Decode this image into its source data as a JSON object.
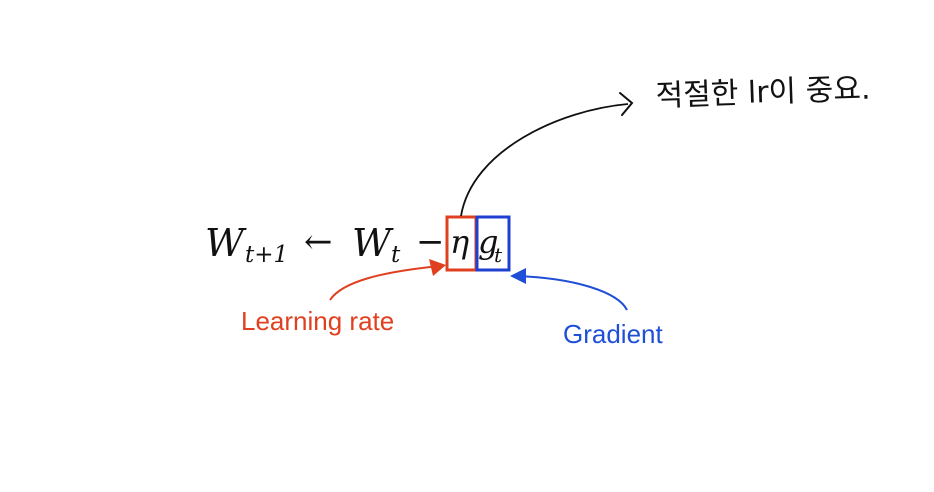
{
  "formula": {
    "w_next": "W",
    "w_next_sub": "t+1",
    "arrow": "←",
    "w_curr": "W",
    "w_curr_sub": "t",
    "minus": "−",
    "eta": "η",
    "g": "g",
    "g_sub": "t"
  },
  "annotations": {
    "learning_rate": {
      "text": "Learning rate",
      "color": "#e0401f"
    },
    "gradient": {
      "text": "Gradient",
      "color": "#1f4fd6"
    },
    "note": {
      "text": "적절한 lr이 중요.",
      "color": "#111111"
    }
  },
  "colors": {
    "eta_box": "#e0401f",
    "g_box": "#1f3fd0"
  }
}
